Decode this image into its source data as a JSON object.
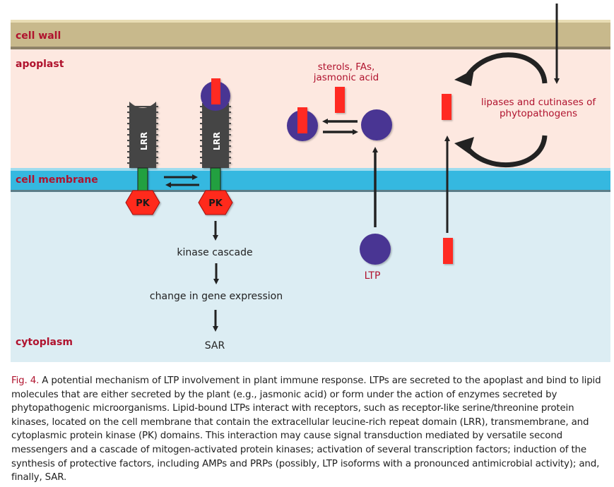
{
  "regions": {
    "cell_wall": "cell wall",
    "apoplast": "apoplast",
    "cell_membrane": "cell membrane",
    "cytoplasm": "cytoplasm"
  },
  "receptors": {
    "domain_label": "LRR",
    "kinase_label": "PK"
  },
  "labels": {
    "lipids": [
      "sterols, FAs,",
      "jasmonic acid"
    ],
    "enzymes": [
      "lipases and cutinases of",
      "phytopathogens"
    ],
    "ltp": "LTP"
  },
  "cascade": {
    "steps": [
      "kinase cascade",
      "change in gene expression",
      "SAR"
    ]
  },
  "colors": {
    "cell_wall": "#c8b98c",
    "apoplast": "#fde8e0",
    "membrane": "#35b8e0",
    "cytoplasm": "#dcedf3",
    "label_red": "#b0132e",
    "ltp_purple": "#4a3593",
    "lipid_red": "#ff2a20",
    "receptor_gray": "#454545",
    "transmembrane_green": "#22a040",
    "arrow": "#222222"
  },
  "caption": {
    "fig_number": "Fig. 4.",
    "text": " A potential mechanism of LTP involvement in plant immune response. LTPs are secreted to the apoplast and bind to lipid molecules that are either secreted by the plant (e.g., jasmonic acid) or form under the action of enzymes secreted by phytopathogenic microorganisms. Lipid-bound LTPs interact with receptors, such as receptor-like serine/threonine protein kinases, located on the cell membrane that contain the extracellular leucine-rich repeat domain (LRR), transmembrane, and cytoplasmic protein kinase (PK) domains. This interaction may cause signal transduction mediated by versatile second messengers and a cascade of mitogen-activated protein kinases; activation of several transcription factors; induction of the synthesis of protective factors, including AMPs and PRPs (possibly, LTP isoforms with a pronounced antimicrobial activity); and, finally, SAR."
  }
}
